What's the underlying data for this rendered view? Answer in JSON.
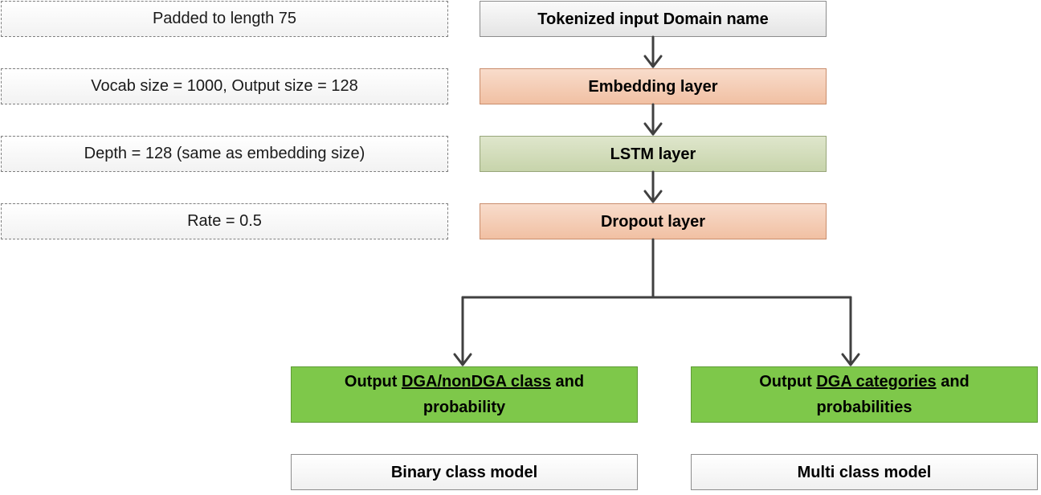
{
  "notes": {
    "padding": "Padded to length 75",
    "embedding": "Vocab size = 1000, Output size = 128",
    "lstm": "Depth = 128 (same as embedding size)",
    "dropout": "Rate = 0.5"
  },
  "layers": {
    "input": "Tokenized input Domain name",
    "embedding": "Embedding layer",
    "lstm": "LSTM layer",
    "dropout": "Dropout layer"
  },
  "outputs": {
    "binary": {
      "prefix": "Output ",
      "highlight": "DGA/nonDGA class",
      "suffix": " and",
      "line2": "probability"
    },
    "multi": {
      "prefix": "Output ",
      "highlight": "DGA categories",
      "suffix": " and",
      "line2": "probabilities"
    }
  },
  "models": {
    "binary": "Binary class model",
    "multi": "Multi class model"
  },
  "colors": {
    "input": "#e4e4e4",
    "embedding": "#f1c0a3",
    "lstm": "#c7d4ab",
    "dropout": "#f1c0a3",
    "output": "#7ec84a",
    "arrow": "#404040"
  }
}
